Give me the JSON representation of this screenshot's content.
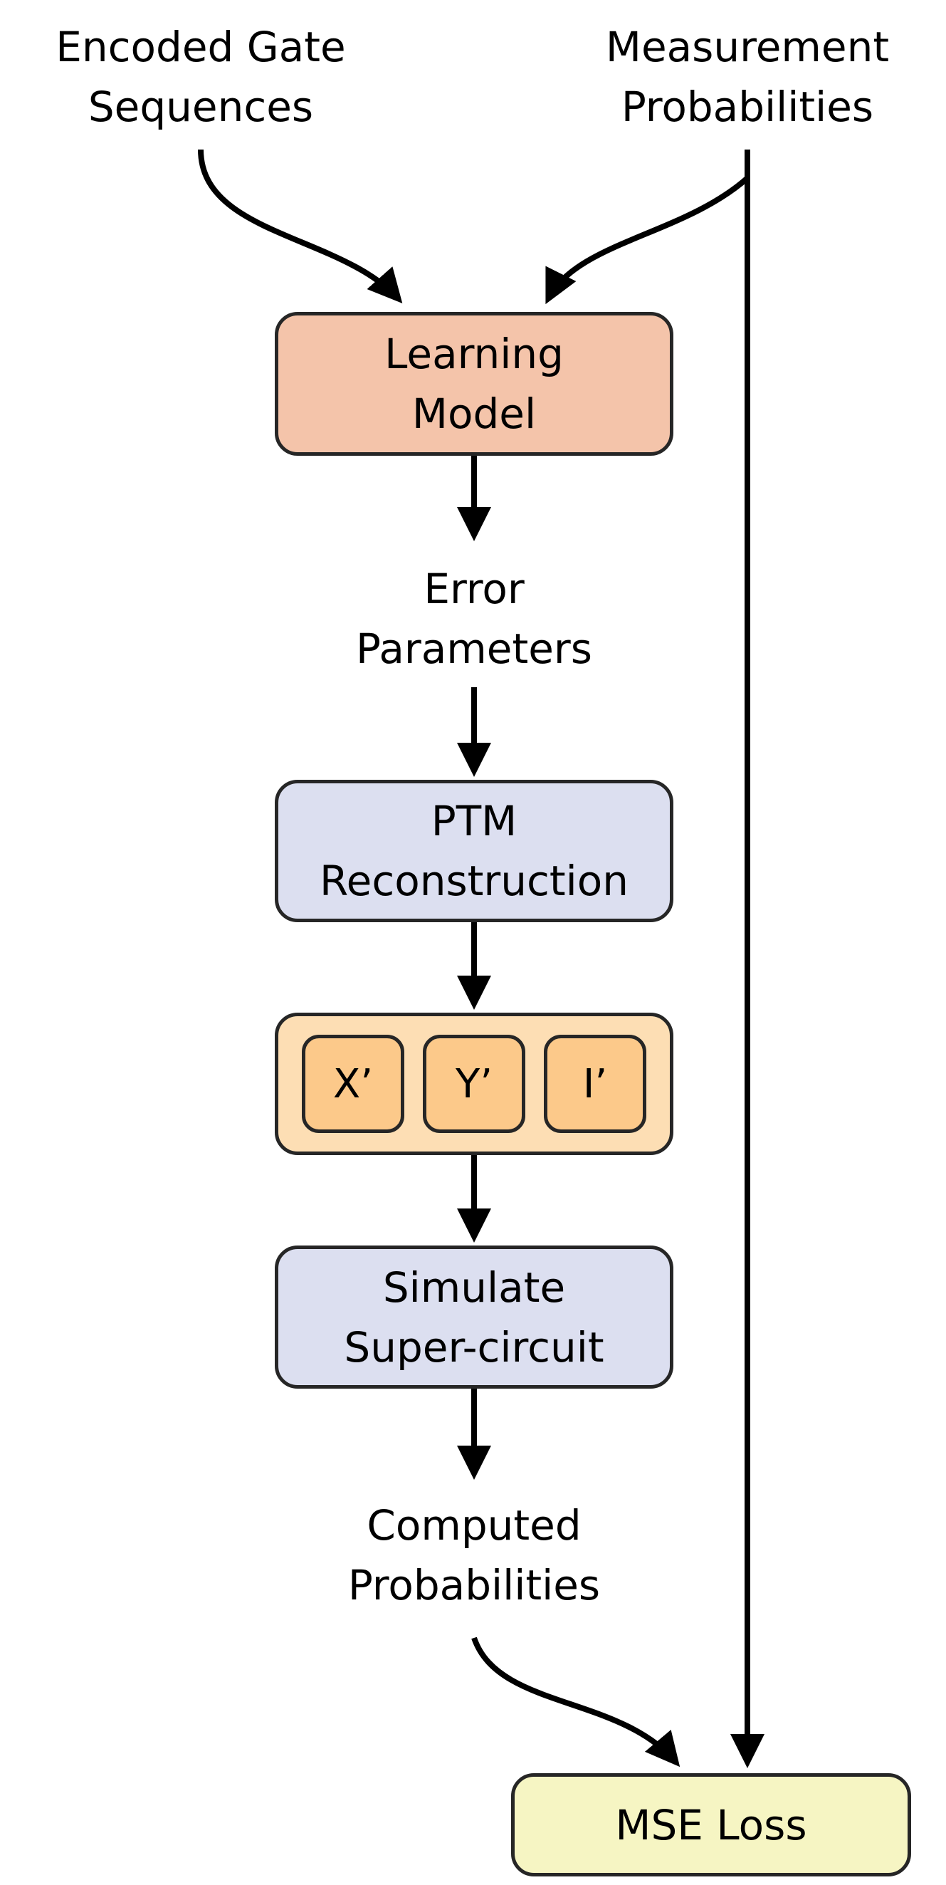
{
  "inputs": {
    "encoded_gate_sequences": {
      "line1": "Encoded Gate",
      "line2": "Sequences"
    },
    "measurement_probabilities": {
      "line1": "Measurement",
      "line2": "Probabilities"
    }
  },
  "nodes": {
    "learning_model": {
      "line1": "Learning",
      "line2": "Model",
      "fill": "#F4C4AA"
    },
    "error_parameters": {
      "line1": "Error",
      "line2": "Parameters"
    },
    "ptm_reconstruction": {
      "line1": "PTM",
      "line2": "Reconstruction",
      "fill": "#DCDFF0"
    },
    "gates": {
      "container_fill": "#FDDEB4",
      "gate_fill": "#FCC98A",
      "items": [
        "X’",
        "Y’",
        "I’"
      ]
    },
    "simulate_super_circuit": {
      "line1": "Simulate",
      "line2": "Super-circuit",
      "fill": "#DCDFF0"
    },
    "computed_probabilities": {
      "line1": "Computed",
      "line2": "Probabilities"
    },
    "mse_loss": {
      "label": "MSE Loss",
      "fill": "#F6F5C3"
    }
  },
  "colors": {
    "arrow": "#000000",
    "border": "#262626"
  }
}
